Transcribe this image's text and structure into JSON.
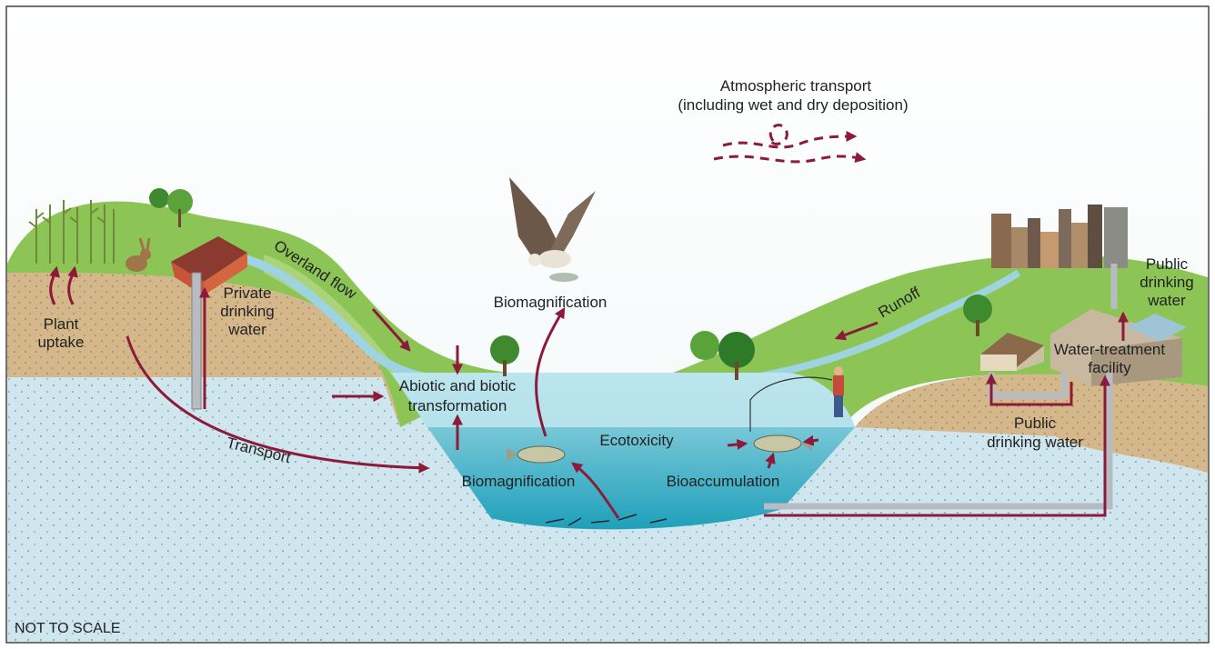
{
  "labels": {
    "atmospheric_line1": "Atmospheric transport",
    "atmospheric_line2": "(including wet and dry deposition)",
    "overland_flow": "Overland flow",
    "runoff": "Runoff",
    "private_water_1": "Private",
    "private_water_2": "drinking",
    "private_water_3": "water",
    "plant_uptake_1": "Plant",
    "plant_uptake_2": "uptake",
    "transport": "Transport",
    "abiotic_1": "Abiotic and biotic",
    "abiotic_2": "transformation",
    "biomag_top": "Biomagnification",
    "biomag_bottom": "Biomagnification",
    "ecotoxicity": "Ecotoxicity",
    "bioaccumulation": "Bioaccumulation",
    "public_top_1": "Public",
    "public_top_2": "drinking",
    "public_top_3": "water",
    "public_bottom_1": "Public",
    "public_bottom_2": "drinking water",
    "water_treatment_1": "Water-treatment",
    "water_treatment_2": "facility",
    "not_to_scale": "NOT TO SCALE"
  },
  "colors": {
    "arrow": "#8c1a3a",
    "groundwater": "#c9e3ec",
    "surface_water": "#6fc3d3",
    "grass": "#8cc556",
    "soil": "#d6b98e"
  },
  "icons": [
    "crop-icon",
    "rabbit-icon",
    "tree-icon",
    "barn-icon",
    "well-pipe-icon",
    "osprey-icon",
    "fish-icon",
    "insect-icon",
    "fisherman-icon",
    "house-icon",
    "city-skyline-icon",
    "treatment-facility-icon"
  ]
}
